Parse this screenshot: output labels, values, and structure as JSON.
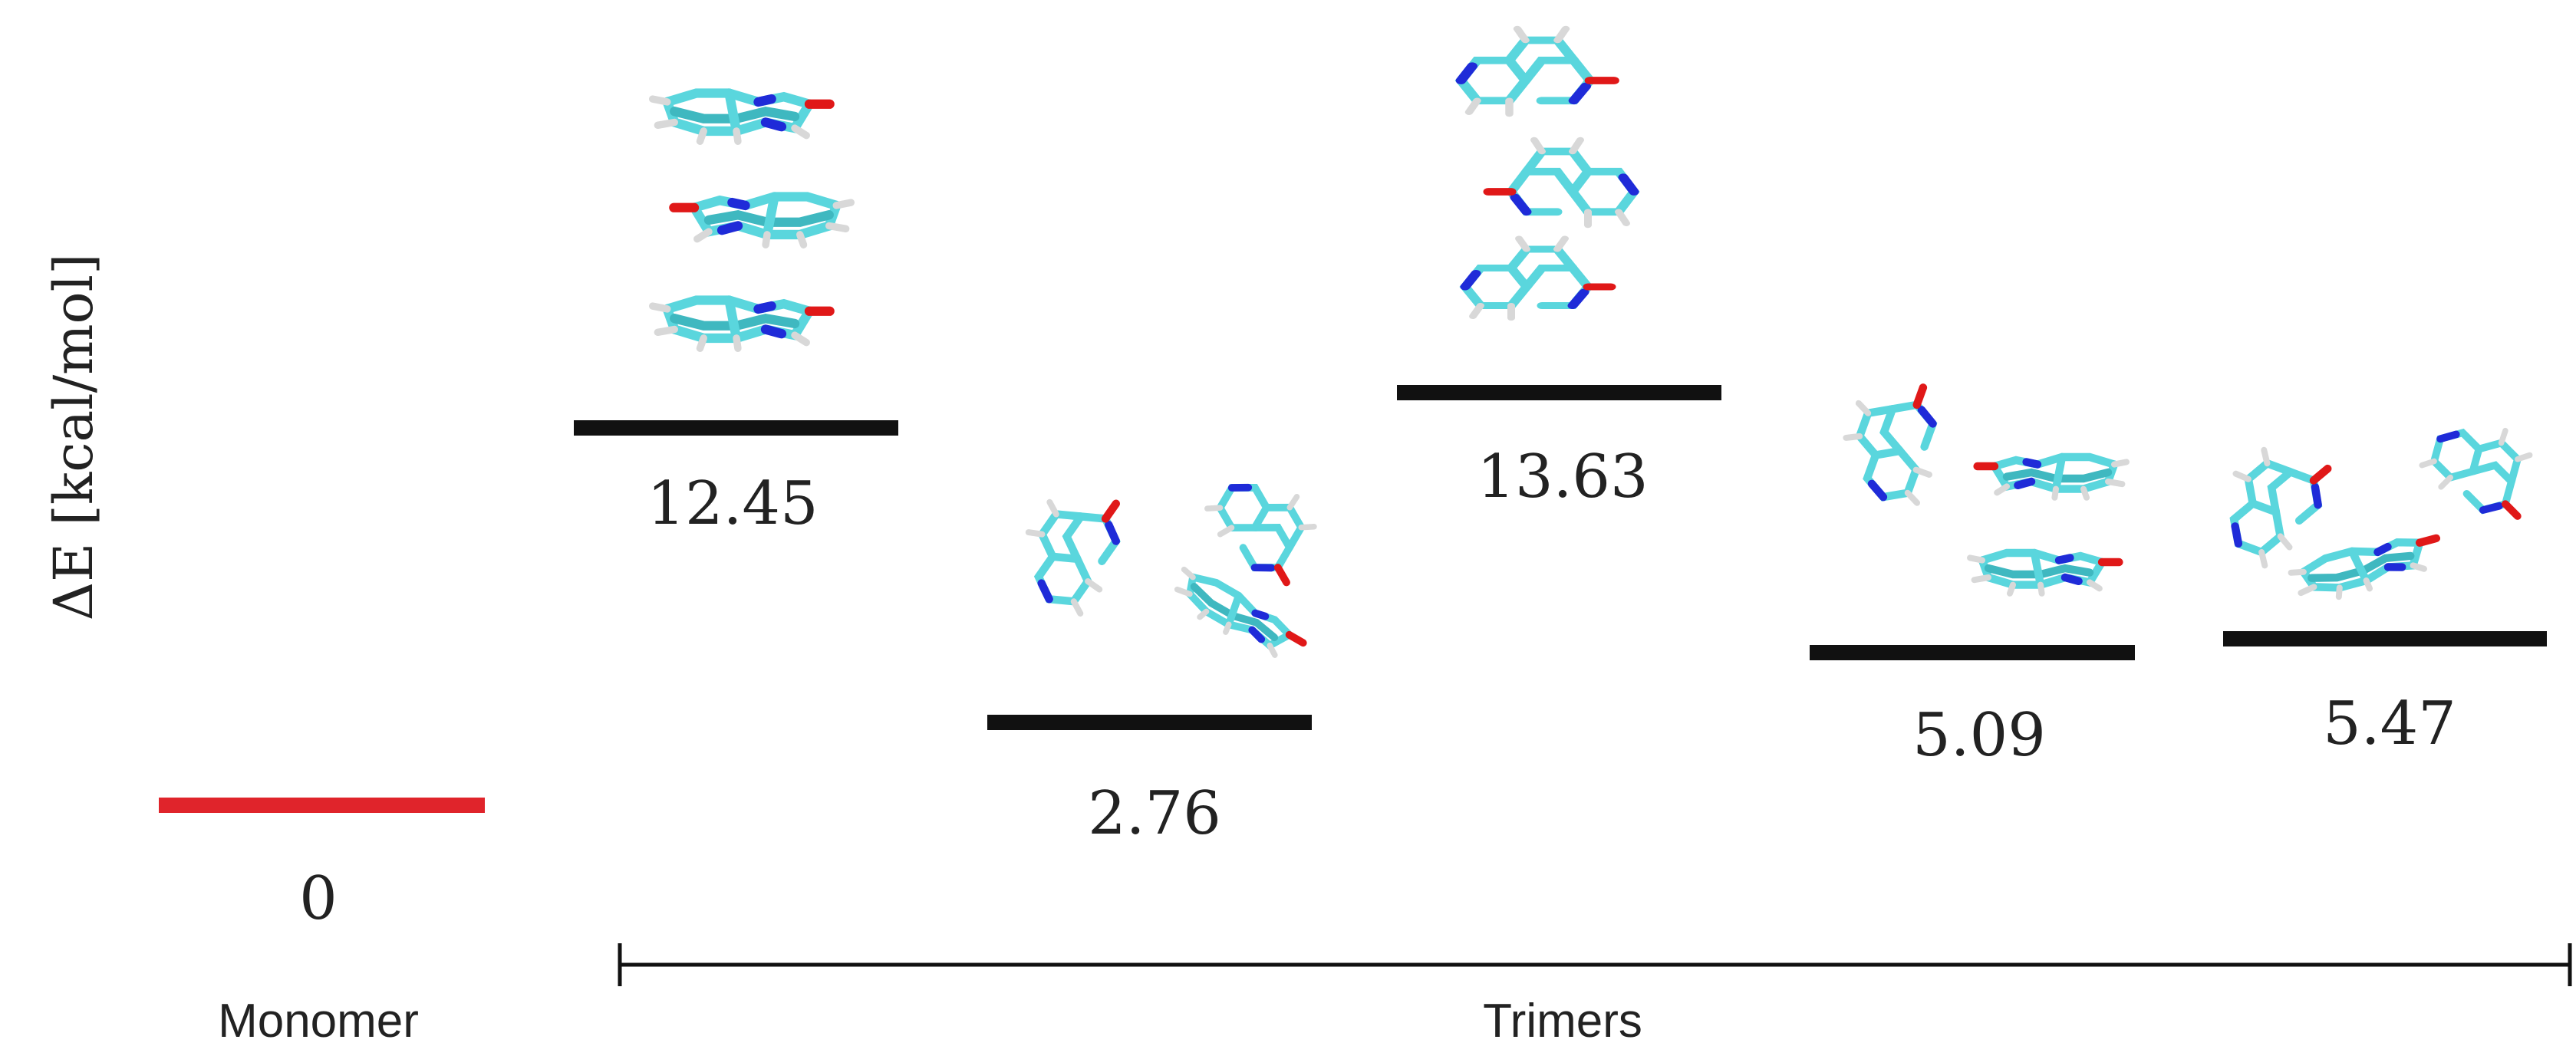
{
  "y_axis_label": "ΔE [kcal/mol]",
  "groups": {
    "monomer_label": "Monomer",
    "trimers_label": "Trimers"
  },
  "levels": [
    {
      "id": "monomer",
      "value": "0",
      "color": "#e0242b"
    },
    {
      "id": "trimer-1",
      "value": "12.45",
      "color": "#111111"
    },
    {
      "id": "trimer-2",
      "value": "2.76",
      "color": "#111111"
    },
    {
      "id": "trimer-3",
      "value": "13.63",
      "color": "#111111"
    },
    {
      "id": "trimer-4",
      "value": "5.09",
      "color": "#111111"
    },
    {
      "id": "trimer-5",
      "value": "5.47",
      "color": "#111111"
    }
  ],
  "atom_colors": {
    "carbon": "#5ad6dd",
    "nitrogen": "#1f2bd8",
    "oxygen": "#e01818",
    "hydrogen": "#d8d8d8"
  }
}
